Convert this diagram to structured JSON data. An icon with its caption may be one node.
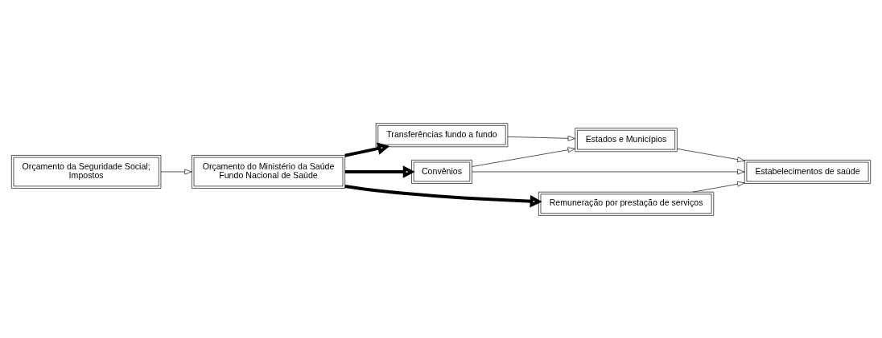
{
  "diagram": {
    "nodes": [
      {
        "text": [
          "Orçamento do Ministério da Saúde",
          "Fundo Nacional de Saúde"
        ]
      },
      {
        "text": [
          "Orçamento da Seguridade Social;",
          "Impostos"
        ]
      },
      {
        "text": [
          "Transferências fundo a fundo"
        ]
      },
      {
        "text": [
          "Convênios"
        ]
      },
      {
        "text": [
          "Remuneração por prestação de serviços"
        ]
      },
      {
        "text": [
          "Estados e Municípios"
        ]
      },
      {
        "text": [
          "Estabelecimentos de saúde"
        ]
      }
    ],
    "edges": [
      {
        "from": 1,
        "to": 0,
        "arrow": "to"
      },
      {
        "from": 0,
        "to": 2,
        "arrow": "to",
        "style": "thick"
      },
      {
        "from": 0,
        "to": 3,
        "arrow": "to",
        "style": "thick"
      },
      {
        "from": 0,
        "to": 4,
        "arrow": "to",
        "style": "thick"
      },
      {
        "from": 2,
        "to": 5,
        "arrow": "to"
      },
      {
        "from": 3,
        "to": 5,
        "arrow": "to"
      },
      {
        "from": 3,
        "to": 6,
        "arrow": "to"
      },
      {
        "from": 4,
        "to": 6,
        "arrow": "to"
      },
      {
        "from": 5,
        "to": 6,
        "arrow": "to"
      }
    ]
  }
}
